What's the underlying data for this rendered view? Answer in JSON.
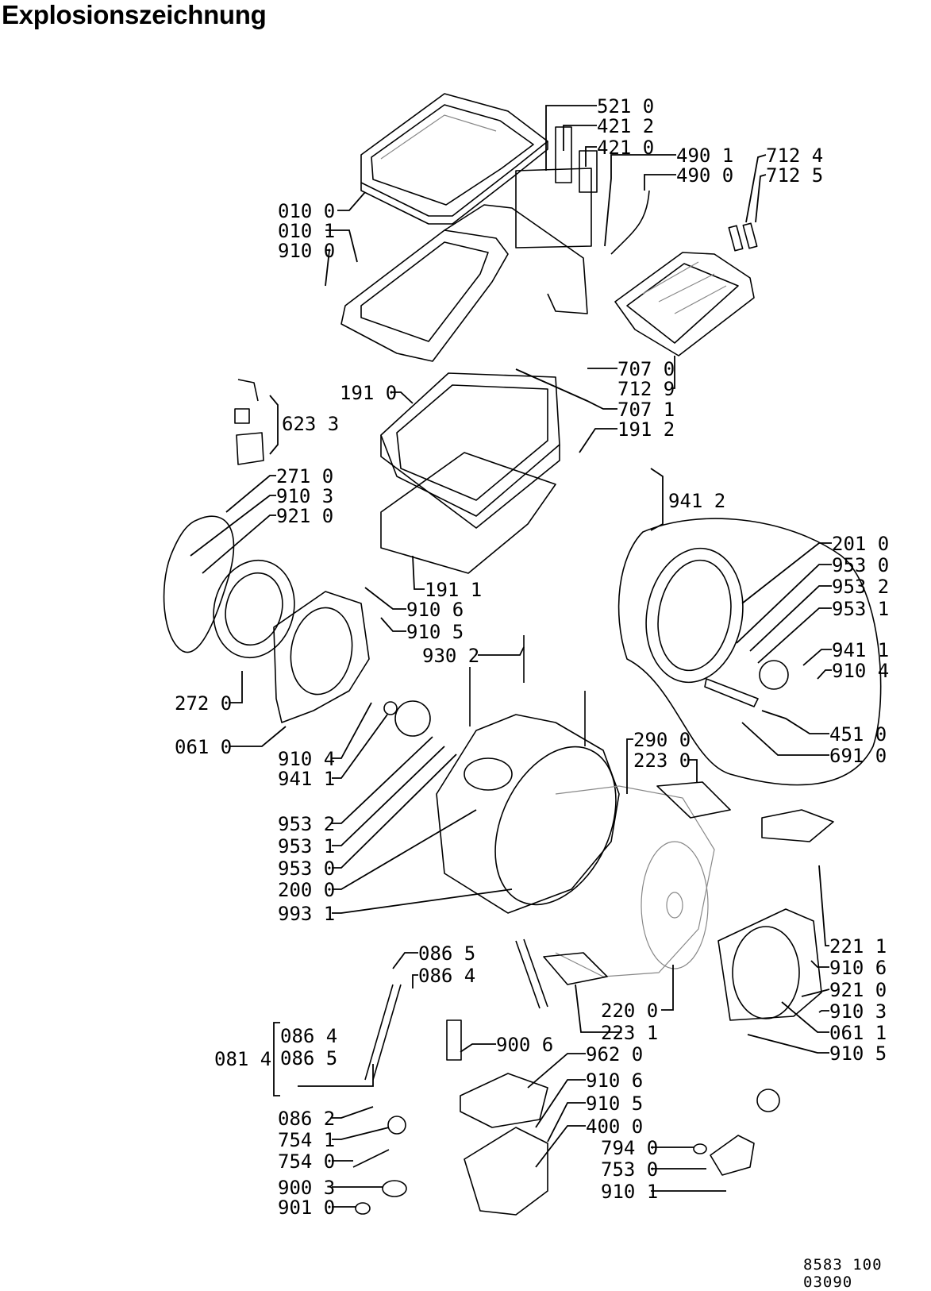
{
  "title": "Explosionszeichnung",
  "document_number": "8583 100 03090",
  "callouts": [
    "521 0",
    "421 2",
    "421 0",
    "490 1",
    "490 0",
    "712 4",
    "712 5",
    "010 0",
    "010 1",
    "910 0",
    "707 0",
    "712 9",
    "191 0",
    "707 1",
    "191 2",
    "623 3",
    "941 2",
    "271 0",
    "910 3",
    "921 0",
    "201 0",
    "953 0",
    "953 2",
    "953 1",
    "191 1",
    "910 6",
    "910 5",
    "930 2",
    "941 1",
    "910 4",
    "272 0",
    "451 0",
    "061 0",
    "691 0",
    "290 0",
    "223 0",
    "910 4",
    "941 1",
    "953 2",
    "953 1",
    "953 0",
    "200 0",
    "993 1",
    "221 1",
    "086 5",
    "086 4",
    "910 6",
    "921 0",
    "220 0",
    "910 3",
    "223 1",
    "061 1",
    "086 4",
    "900 6",
    "910 5",
    "081 4",
    "086 5",
    "962 0",
    "910 6",
    "086 2",
    "910 5",
    "754 1",
    "400 0",
    "754 0",
    "794 0",
    "753 0",
    "900 3",
    "910 1",
    "901 0"
  ]
}
